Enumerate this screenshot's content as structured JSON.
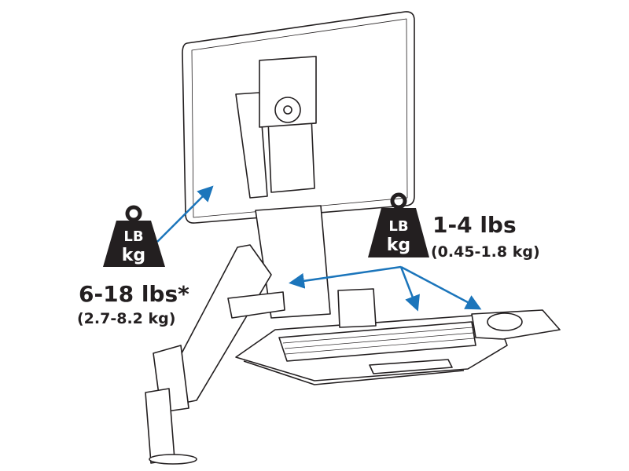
{
  "weights": {
    "monitor": {
      "icon_top": "LB",
      "icon_bottom": "kg",
      "range_lbs": "6-18 lbs*",
      "range_kg": "(2.7-8.2 kg)"
    },
    "keyboard": {
      "icon_top": "LB",
      "icon_bottom": "kg",
      "range_lbs": "1-4 lbs",
      "range_kg": "(0.45-1.8 kg)"
    }
  },
  "colors": {
    "arrow": "#1b75bb",
    "line": "#231f20",
    "weight_icon": "#231f20"
  }
}
